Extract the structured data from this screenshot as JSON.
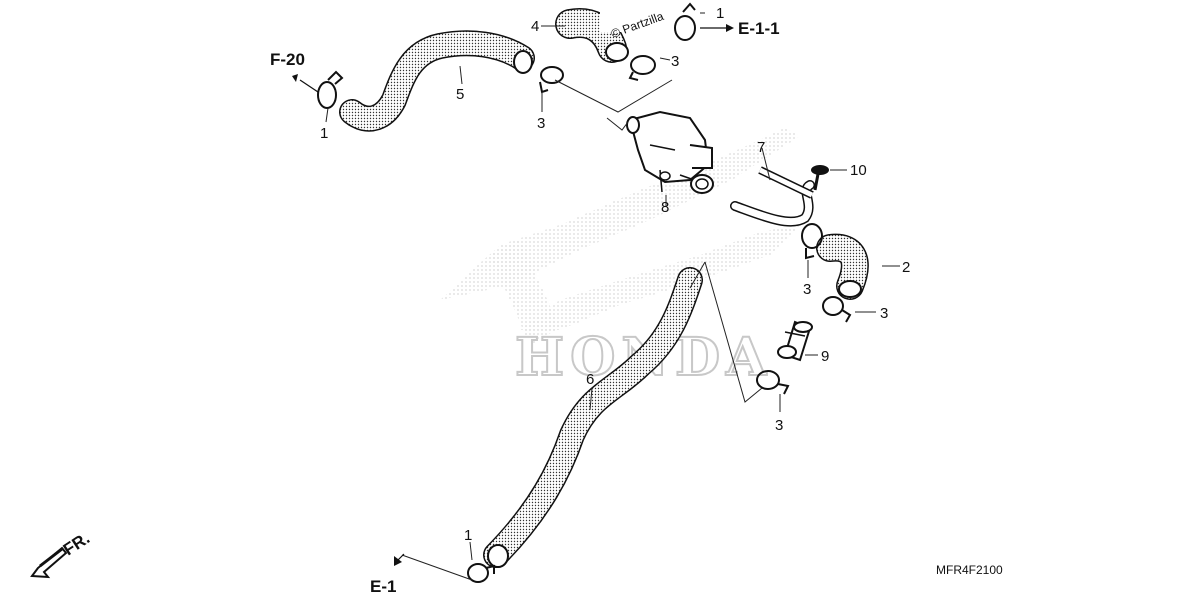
{
  "diagram": {
    "code": "MFR4F2100",
    "watermark": "© Partzilla",
    "brand_watermark": "HONDA",
    "front_indicator": "FR.",
    "references": {
      "top_right": "E-1-1",
      "top_left": "F-20",
      "bottom_left": "E-1"
    },
    "callouts": {
      "c1": "1",
      "c2": "2",
      "c3": "3",
      "c4": "4",
      "c5": "5",
      "c6": "6",
      "c7": "7",
      "c8": "8",
      "c9": "9",
      "c10": "10"
    }
  }
}
